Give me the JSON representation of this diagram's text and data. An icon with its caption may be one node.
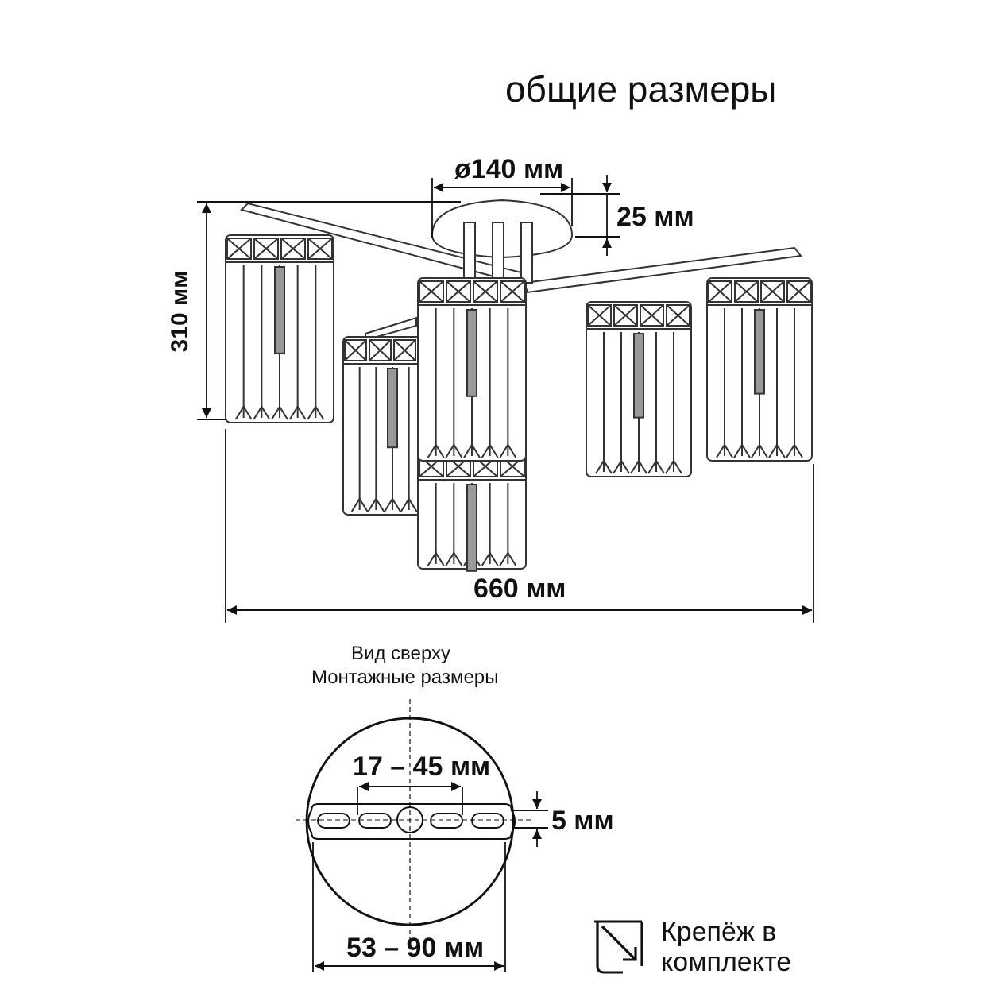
{
  "diagram": {
    "title": "общие размеры",
    "labels": [
      "ø140 мм",
      "25 мм",
      "310 мм",
      "660 мм",
      "Вид сверху",
      "Монтажные размеры",
      "17 – 45 мм",
      "5 мм",
      "53 – 90 мм",
      "Крепёж в комплекте"
    ]
  }
}
